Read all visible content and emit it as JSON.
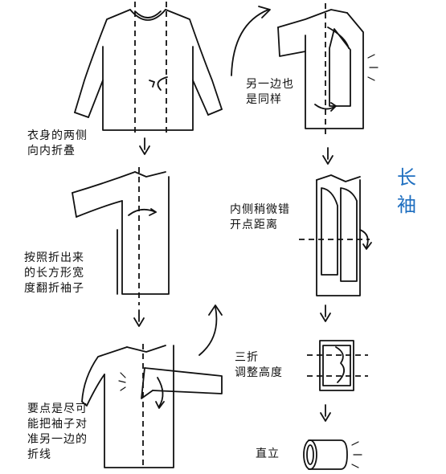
{
  "title": {
    "line1": "长",
    "line2": "袖"
  },
  "colors": {
    "ink": "#111111",
    "title": "#1f6fc0",
    "background": "#ffffff"
  },
  "steps": [
    {
      "lines": [
        "衣身的两侧",
        "向内折叠"
      ]
    },
    {
      "lines": [
        "按照折出来",
        "的长方形宽",
        "度翻折袖子"
      ]
    },
    {
      "lines": [
        "要点是尽可",
        "能把袖子对",
        "准另一边的",
        "折线"
      ]
    },
    {
      "lines": [
        "另一边也",
        "是同样"
      ]
    },
    {
      "lines": [
        "内侧稍微错",
        "开点距离"
      ]
    },
    {
      "lines": [
        "三折",
        "调整高度"
      ]
    },
    {
      "lines": [
        "直立"
      ]
    }
  ]
}
